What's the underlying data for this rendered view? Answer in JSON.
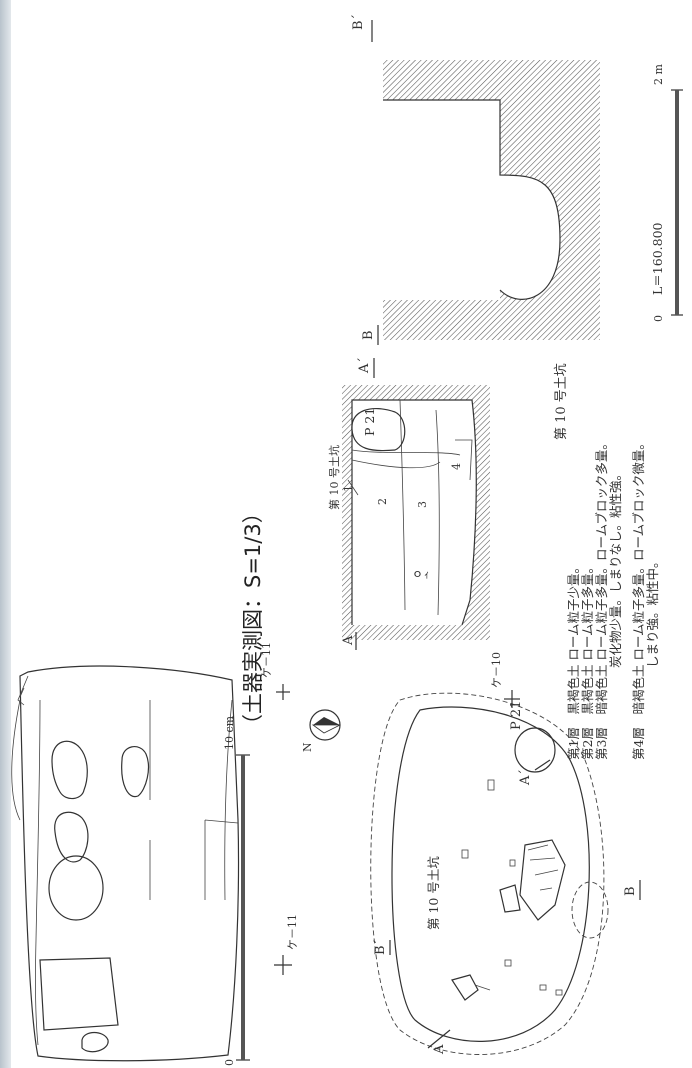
{
  "figure_title": "（土器実測図：S=1/3）",
  "pottery": {
    "scale_label": "10 cm",
    "scale_zero": "0"
  },
  "pit": {
    "name": "第 10 号土坑",
    "name_plan": "第 10 号土坑",
    "caption": "第 10 号土坑",
    "post_hole": "P 21",
    "grid_labels": [
      "ケ－11",
      "ケ－11",
      "ケ－10"
    ],
    "section_points": {
      "a": "A",
      "a_prime": "A´",
      "b": "B",
      "b_prime": "B´"
    },
    "layer_numbers": [
      "1",
      "2",
      "3",
      "4"
    ],
    "layers": [
      "第1層　黒褐色土  ローム粒子少量。",
      "第2層　黒褐色土  ローム粒子多量。",
      "第3層　暗褐色土  ローム粒子多量。ロームブロック多量。",
      "炭化物少量。しまりなし。粘性強。",
      "第4層　暗褐色土  ローム粒子多量。ロームブロック微量。",
      "しまり強。粘性中。"
    ]
  },
  "section_B": {
    "elevation": "L＝160.800",
    "scale_label": "2 m",
    "scale_zero": "0"
  },
  "north_arrow": {
    "label": "N"
  }
}
